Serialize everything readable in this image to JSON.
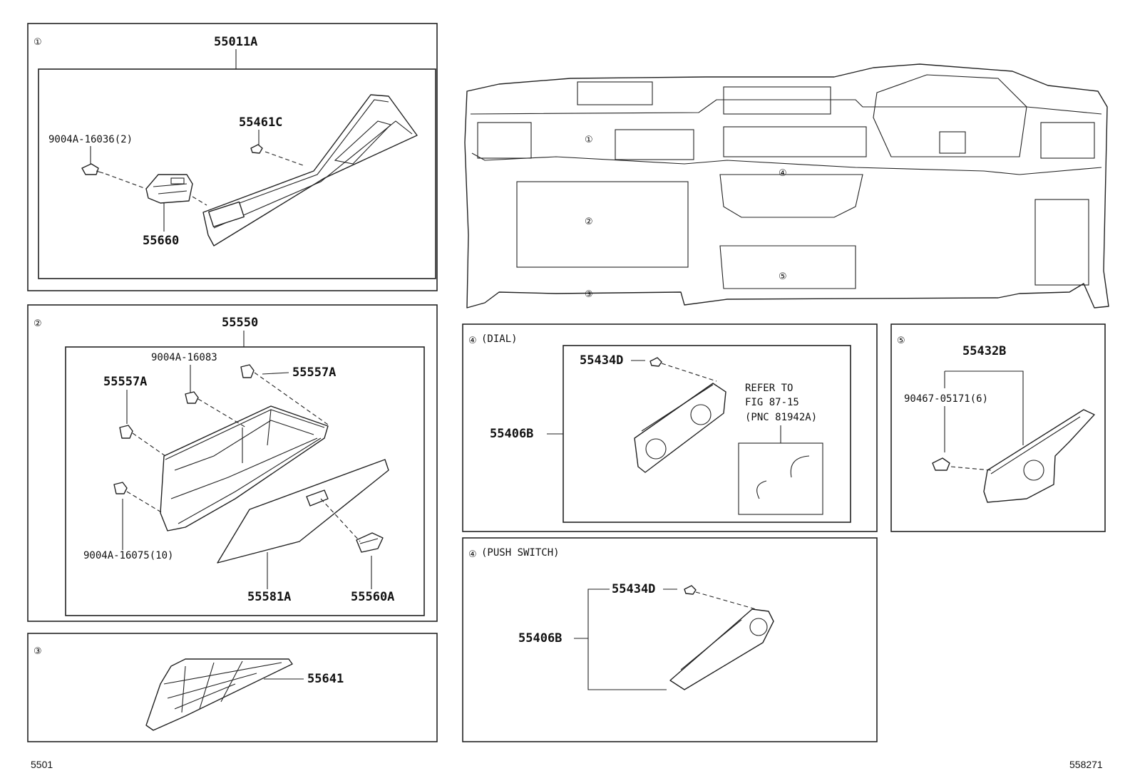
{
  "panels": {
    "p1": {
      "index": "①",
      "parts": {
        "main": "55011A",
        "p_c": "55461C",
        "p_bolt": "9004A-16036(2)",
        "p_switch": "55660"
      }
    },
    "p2": {
      "index": "②",
      "parts": {
        "main": "55550",
        "p_bolt_top": "9004A-16083",
        "p_stop_left": "55557A",
        "p_stop_right": "55557A",
        "p_bolt_bottom": "9004A-16075(10)",
        "p_door": "55581A",
        "p_latch": "55560A"
      }
    },
    "p3": {
      "index": "③",
      "parts": {
        "main": "55641"
      }
    },
    "p4dial": {
      "index": "④",
      "caption": "(DIAL)",
      "parts": {
        "p_clip": "55434D",
        "p_panel": "55406B"
      },
      "refer": {
        "line1": "REFER TO",
        "line2": "FIG 87-15",
        "line3": "(PNC 81942A)"
      }
    },
    "p4push": {
      "index": "④",
      "caption": "(PUSH SWITCH)",
      "parts": {
        "p_clip": "55434D",
        "p_panel": "55406B"
      }
    },
    "p5": {
      "index": "⑤",
      "parts": {
        "main": "55432B",
        "p_clip": "90467-05171(6)"
      }
    },
    "overview": {
      "callouts": [
        "①",
        "②",
        "③",
        "④",
        "⑤"
      ]
    }
  },
  "footer": {
    "left": "5501",
    "right": "558271"
  }
}
